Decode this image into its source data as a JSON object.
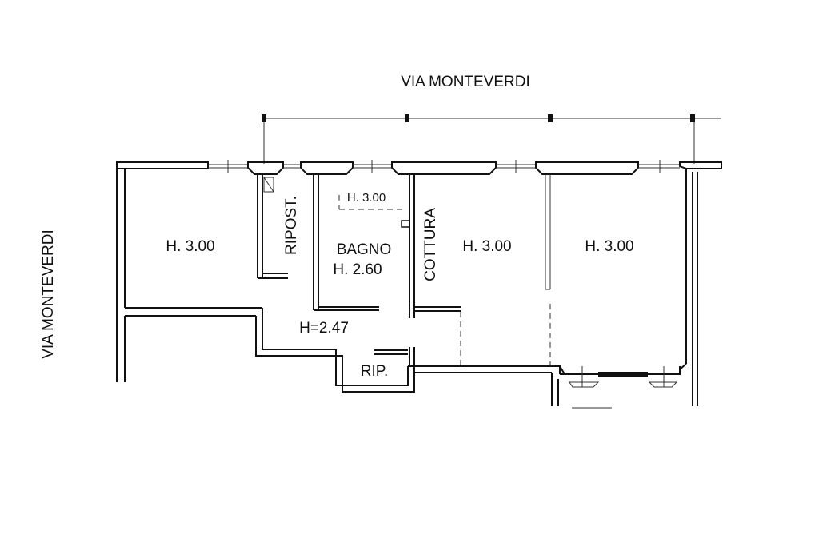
{
  "streets": {
    "top": "VIA MONTEVERDI",
    "left": "VIA MONTEVERDI"
  },
  "rooms": {
    "room_left": "H. 3.00",
    "ripostiglio": "RIPOST.",
    "bagno_name": "BAGNO",
    "bagno_height": "H. 2.60",
    "bagno_ceiling_mark": "H. 3.00",
    "cottura": "COTTURA",
    "room_center": "H. 3.00",
    "room_right": "H. 3.00",
    "corridor": "H=2.47",
    "rip": "RIP."
  },
  "colors": {
    "line": "#111111",
    "background": "#ffffff"
  }
}
